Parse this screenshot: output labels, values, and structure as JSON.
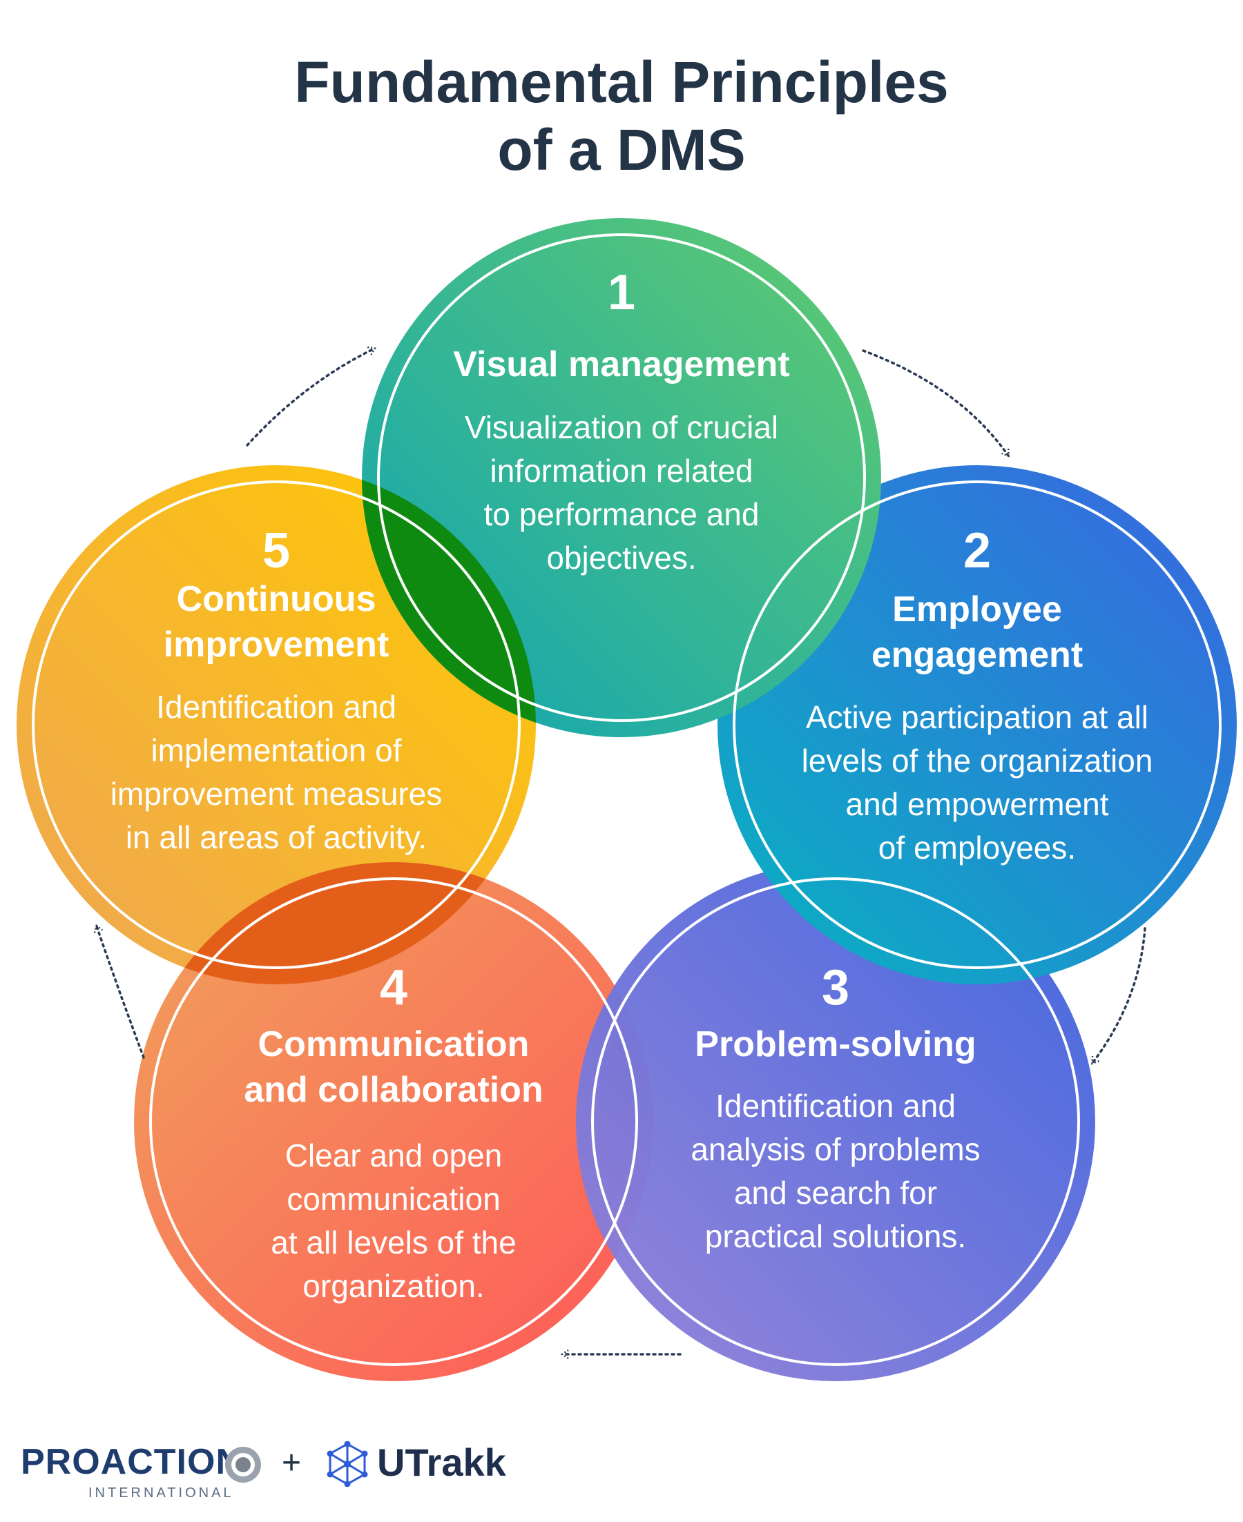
{
  "title": {
    "line1": "Fundamental Principles",
    "line2": "of a DMS"
  },
  "principles": [
    {
      "number": "1",
      "heading": [
        "Visual management"
      ],
      "description": [
        "Visualization of crucial",
        "information related",
        "to performance and",
        "objectives."
      ]
    },
    {
      "number": "2",
      "heading": [
        "Employee",
        "engagement"
      ],
      "description": [
        "Active participation at all",
        "levels of the organization",
        "and empowerment",
        "of employees."
      ]
    },
    {
      "number": "3",
      "heading": [
        "Problem-solving"
      ],
      "description": [
        "Identification and",
        "analysis of problems",
        "and search for",
        "practical solutions."
      ]
    },
    {
      "number": "4",
      "heading": [
        "Communication",
        "and collaboration"
      ],
      "description": [
        "Clear and open",
        "communication",
        "at all levels of the",
        "organization."
      ]
    },
    {
      "number": "5",
      "heading": [
        "Continuous",
        "improvement"
      ],
      "description": [
        "Identification and",
        "implementation of",
        "improvement measures",
        "in all areas of activity."
      ]
    }
  ],
  "colors": {
    "title": "#243447",
    "c1": [
      "#12a9b4",
      "#5cc872"
    ],
    "c2": [
      "#0fb0c4",
      "#3a6ee0"
    ],
    "c3": [
      "#8b7ddc",
      "#3f66dc"
    ],
    "c4": [
      "#f2935a",
      "#fb5a5a"
    ],
    "c5": [
      "#ffc900",
      "#f0a050"
    ],
    "overlap_1_5": "#0f8a10",
    "overlap_4_5": "#e36218"
  },
  "footer": {
    "brand1": "PROACTION",
    "brand1_sub": "INTERNATIONAL",
    "plus": "+",
    "brand2": "UTrakk"
  }
}
